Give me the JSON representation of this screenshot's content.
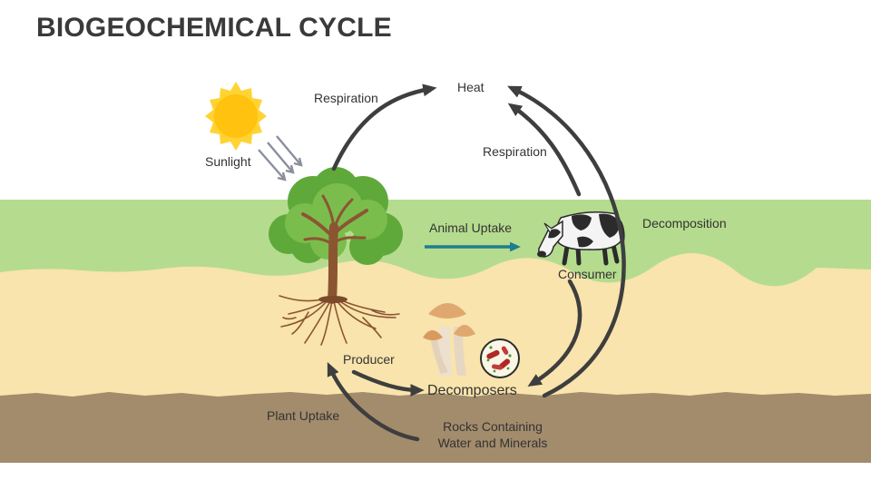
{
  "title": "BIOGEOCHEMICAL CYCLE",
  "labels": {
    "heat": "Heat",
    "respiration_producer": "Respiration",
    "respiration_consumer": "Respiration",
    "sunlight": "Sunlight",
    "animal_uptake": "Animal Uptake",
    "decomposition": "Decomposition",
    "consumer": "Consumer",
    "producer": "Producer",
    "decomposers": "Decomposers",
    "plant_uptake": "Plant Uptake",
    "rocks_line1": "Rocks Containing",
    "rocks_line2": "Water and Minerals"
  },
  "colors": {
    "grass": "#b5dc8e",
    "topsoil": "#f8e4ac",
    "bedrock": "#a38c6c",
    "arrow": "#3e3e3e",
    "uptake_arrow": "#1f7d90",
    "sun": "#ffc20e",
    "foliage": "#71b646",
    "trunk": "#8c5532"
  },
  "icons": [
    "sun-icon",
    "sunlight-rays-icon",
    "tree-icon",
    "cow-icon",
    "mushroom-icon",
    "bacteria-icon"
  ]
}
